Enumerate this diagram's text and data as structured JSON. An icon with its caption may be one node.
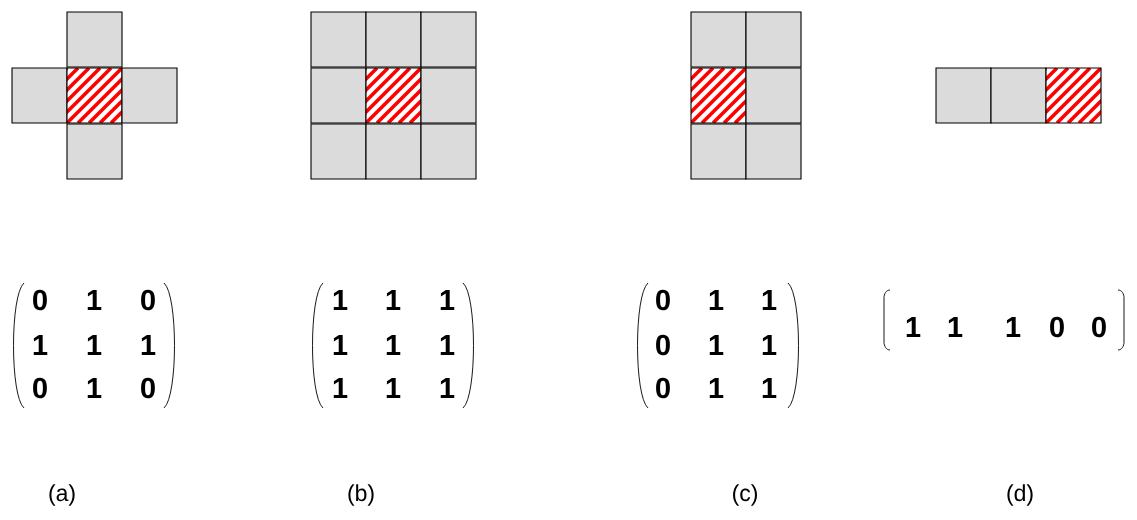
{
  "diagram": {
    "labels": [
      "0",
      "1",
      "0",
      "1",
      "1",
      "1",
      "0",
      "1",
      "0",
      "1",
      "1",
      "1",
      "1",
      "1",
      "1",
      "1",
      "1",
      "1",
      "0",
      "1",
      "1",
      "0",
      "1",
      "1",
      "0",
      "1",
      "1",
      "1",
      "1",
      "1",
      "0",
      "0",
      "(a)",
      "(b)",
      "(c)",
      "(d)"
    ]
  }
}
